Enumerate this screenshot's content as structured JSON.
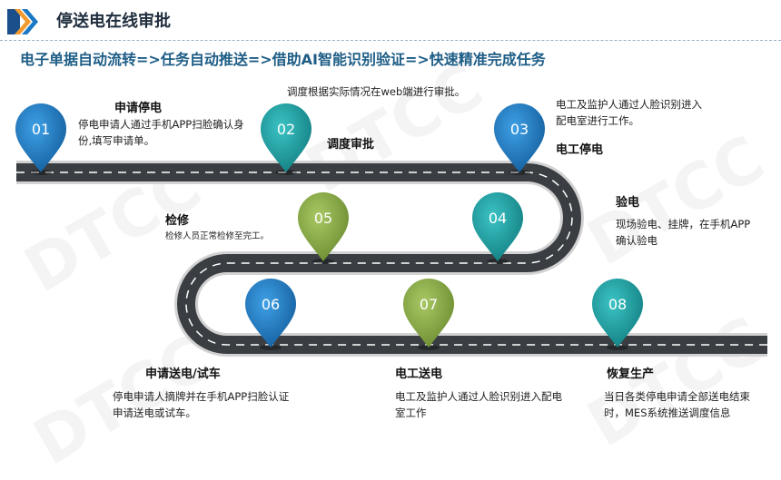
{
  "header": {
    "title": "停送电在线审批"
  },
  "subtitle": "电子单据自动流转=>任务自动推送=>借助AI智能识别验证=>快速精准完成任务",
  "watermark": "DTCC",
  "colors": {
    "blue": "#1b78c4",
    "teal": "#1aa3a6",
    "olive": "#8aac45",
    "road": "#3a3e43",
    "edge": "#c8c8c8"
  },
  "steps": [
    {
      "num": "01",
      "title": "申请停电",
      "desc": "停电申请人通过手机APP扫脸确认身份,填写申请单。"
    },
    {
      "num": "02",
      "title": "调度审批",
      "desc": "调度根据实际情况在web端进行审批。"
    },
    {
      "num": "03",
      "title": "电工停电",
      "desc": "电工及监护人通过人脸识别进入配电室进行工作。"
    },
    {
      "num": "04",
      "title": "验电",
      "desc": "现场验电、挂牌，在手机APP确认验电"
    },
    {
      "num": "05",
      "title": "检修",
      "desc": "检修人员正常检修至完工。"
    },
    {
      "num": "06",
      "title": "申请送电/试车",
      "desc": "停电申请人摘牌并在手机APP扫脸认证申请送电或试车。"
    },
    {
      "num": "07",
      "title": "电工送电",
      "desc": "电工及监护人通过人脸识别进入配电室工作"
    },
    {
      "num": "08",
      "title": "恢复生产",
      "desc": "当日各类停电申请全部送电结束时，MES系统推送调度信息"
    }
  ]
}
